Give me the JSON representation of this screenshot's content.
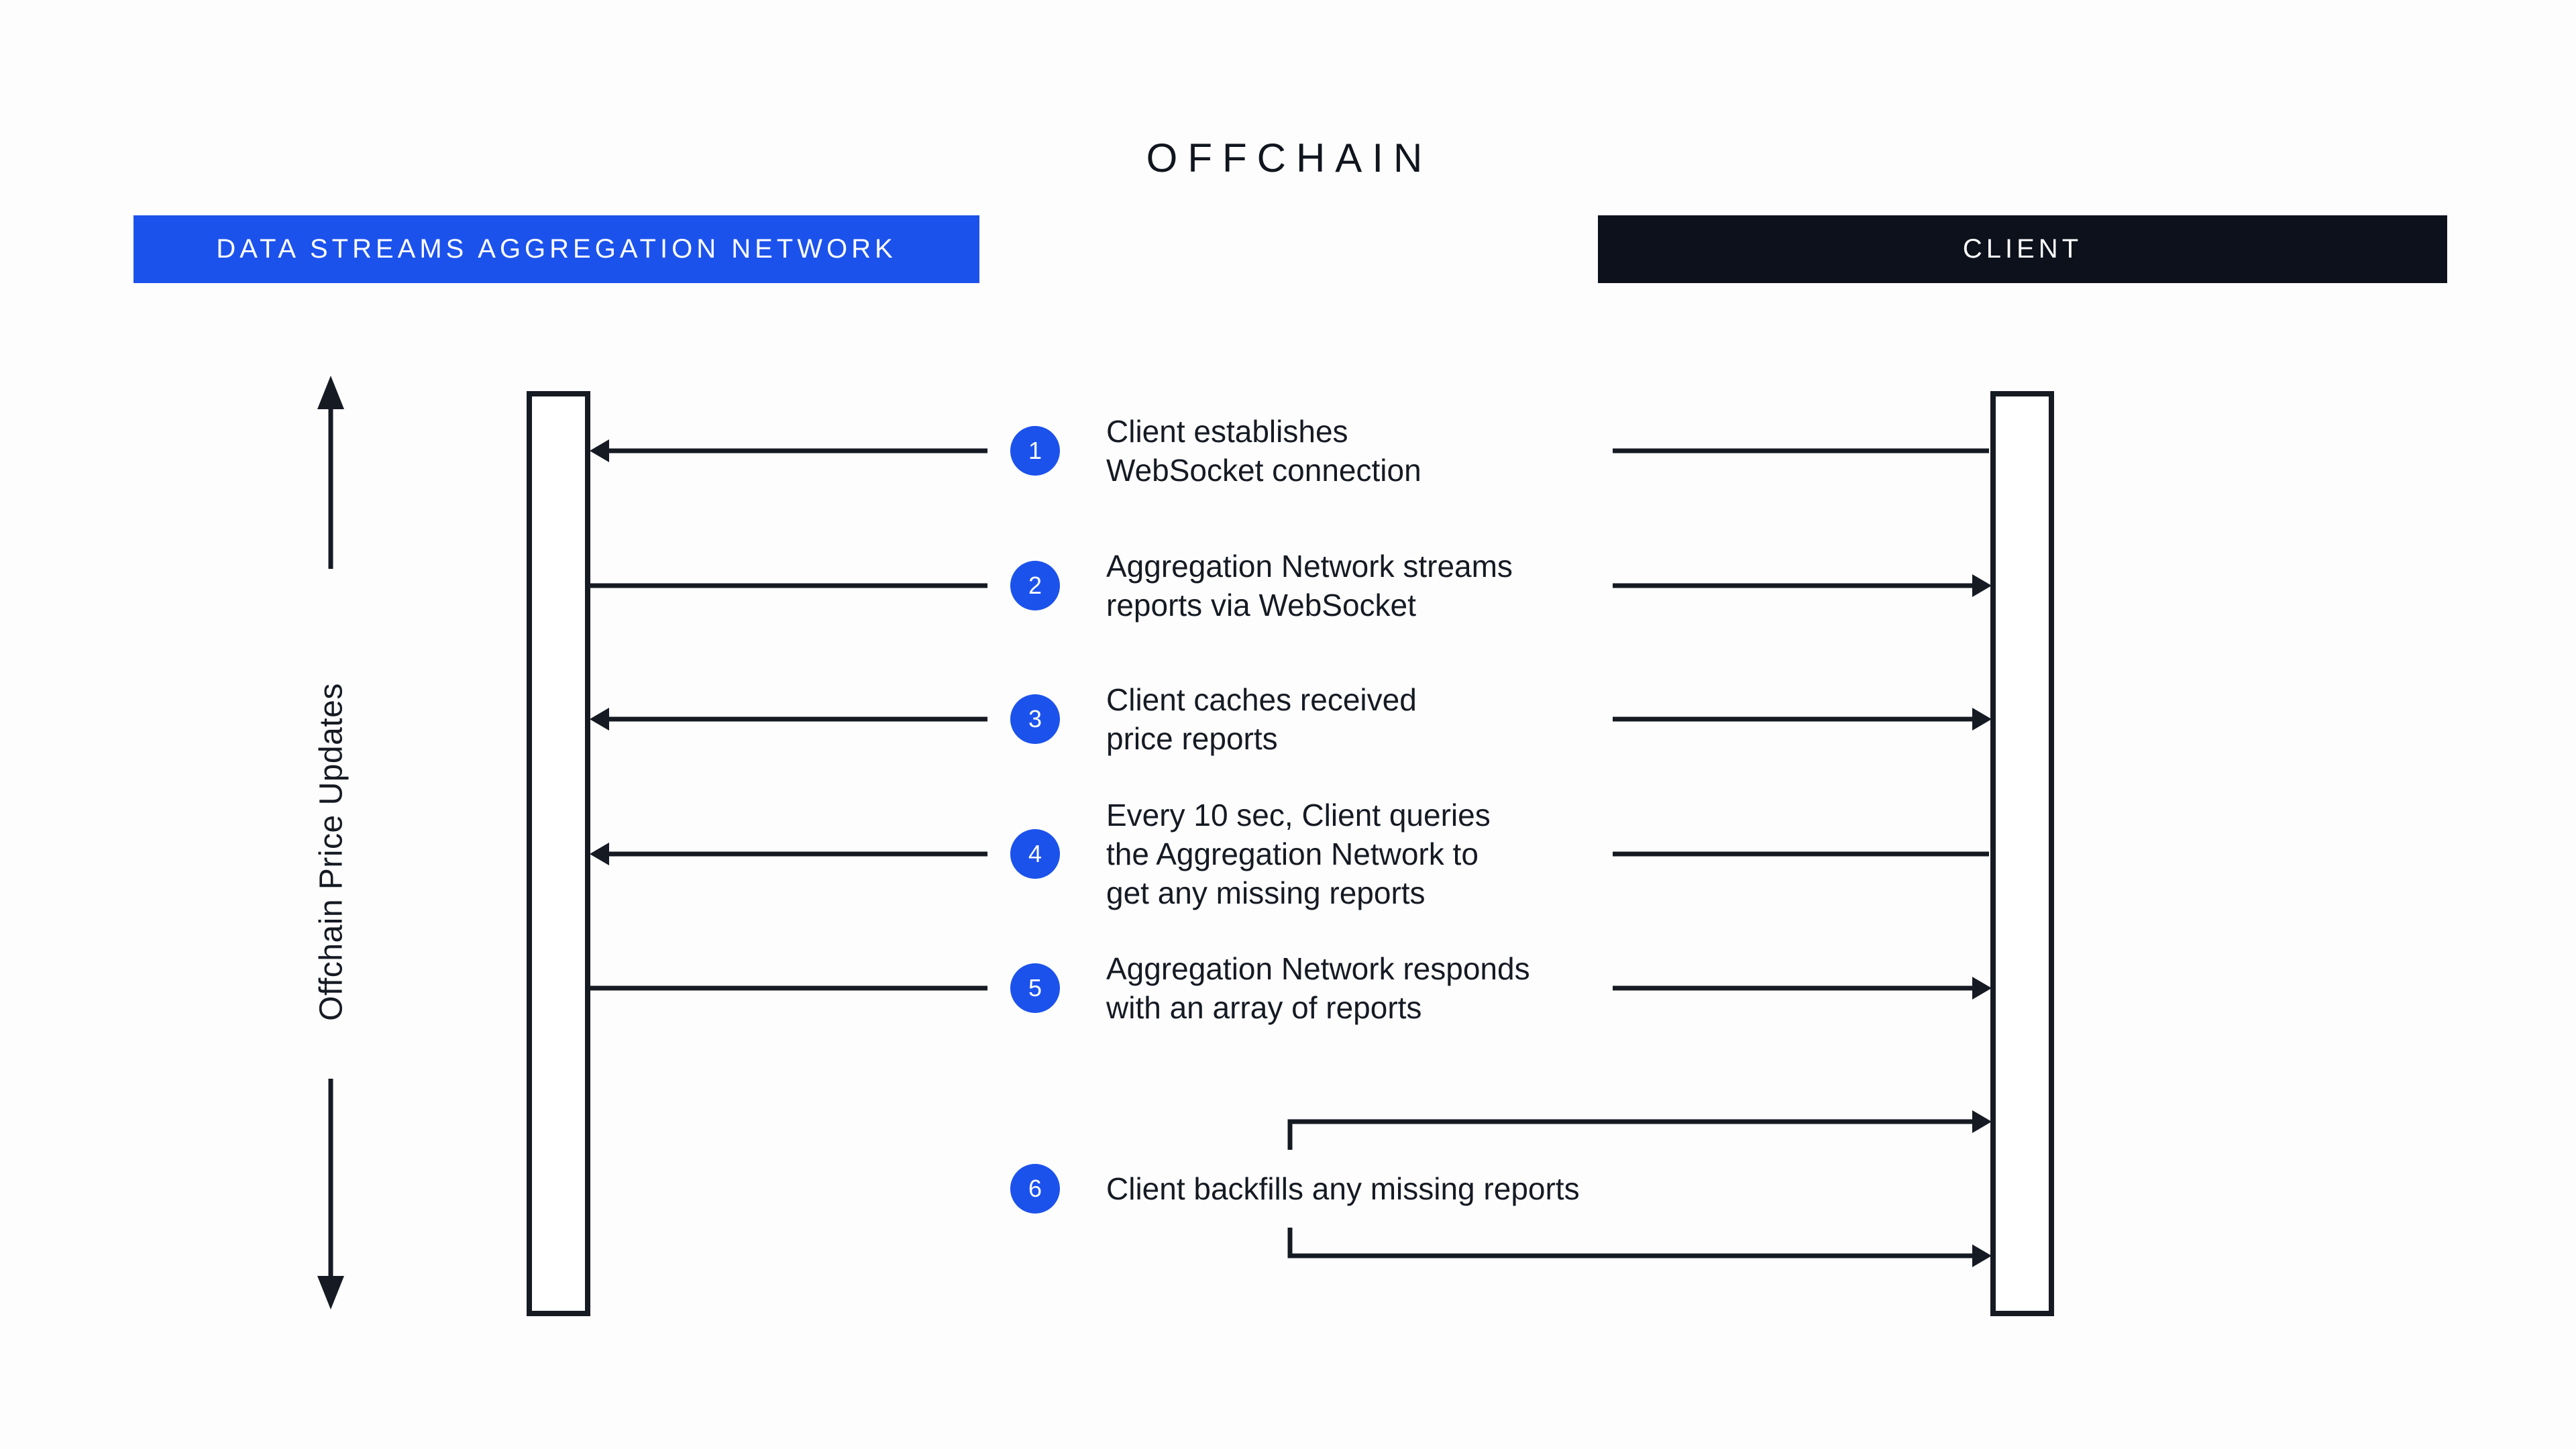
{
  "title": "OFFCHAIN",
  "participants": {
    "left": "DATA STREAMS AGGREGATION NETWORK",
    "right": "CLIENT"
  },
  "axis_label": "Offchain Price Updates",
  "steps": [
    {
      "num": "1",
      "lines": [
        "Client establishes",
        "WebSocket connection"
      ],
      "message_direction": "client-to-network",
      "left_arrowhead": true,
      "right_arrowhead": false
    },
    {
      "num": "2",
      "lines": [
        "Aggregation Network streams",
        "reports via WebSocket"
      ],
      "message_direction": "network-to-client",
      "left_arrowhead": false,
      "right_arrowhead": true
    },
    {
      "num": "3",
      "lines": [
        "Client caches received",
        "price reports"
      ],
      "message_direction": "both",
      "left_arrowhead": true,
      "right_arrowhead": true
    },
    {
      "num": "4",
      "lines": [
        "Every 10 sec, Client queries",
        "the Aggregation Network to",
        "get any missing reports"
      ],
      "message_direction": "client-to-network",
      "left_arrowhead": true,
      "right_arrowhead": false
    },
    {
      "num": "5",
      "lines": [
        "Aggregation Network responds",
        "with an array of reports"
      ],
      "message_direction": "network-to-client",
      "left_arrowhead": false,
      "right_arrowhead": true
    },
    {
      "num": "6",
      "lines": [
        "Client backfills any missing reports"
      ],
      "message_direction": "client-self-loop",
      "left_arrowhead": false,
      "right_arrowhead": true
    }
  ],
  "colors": {
    "accent_blue": "#1c52ec",
    "dark_navy_banner": "#0c111c",
    "line_and_text": "#151a23",
    "background": "#fdfdfd"
  }
}
